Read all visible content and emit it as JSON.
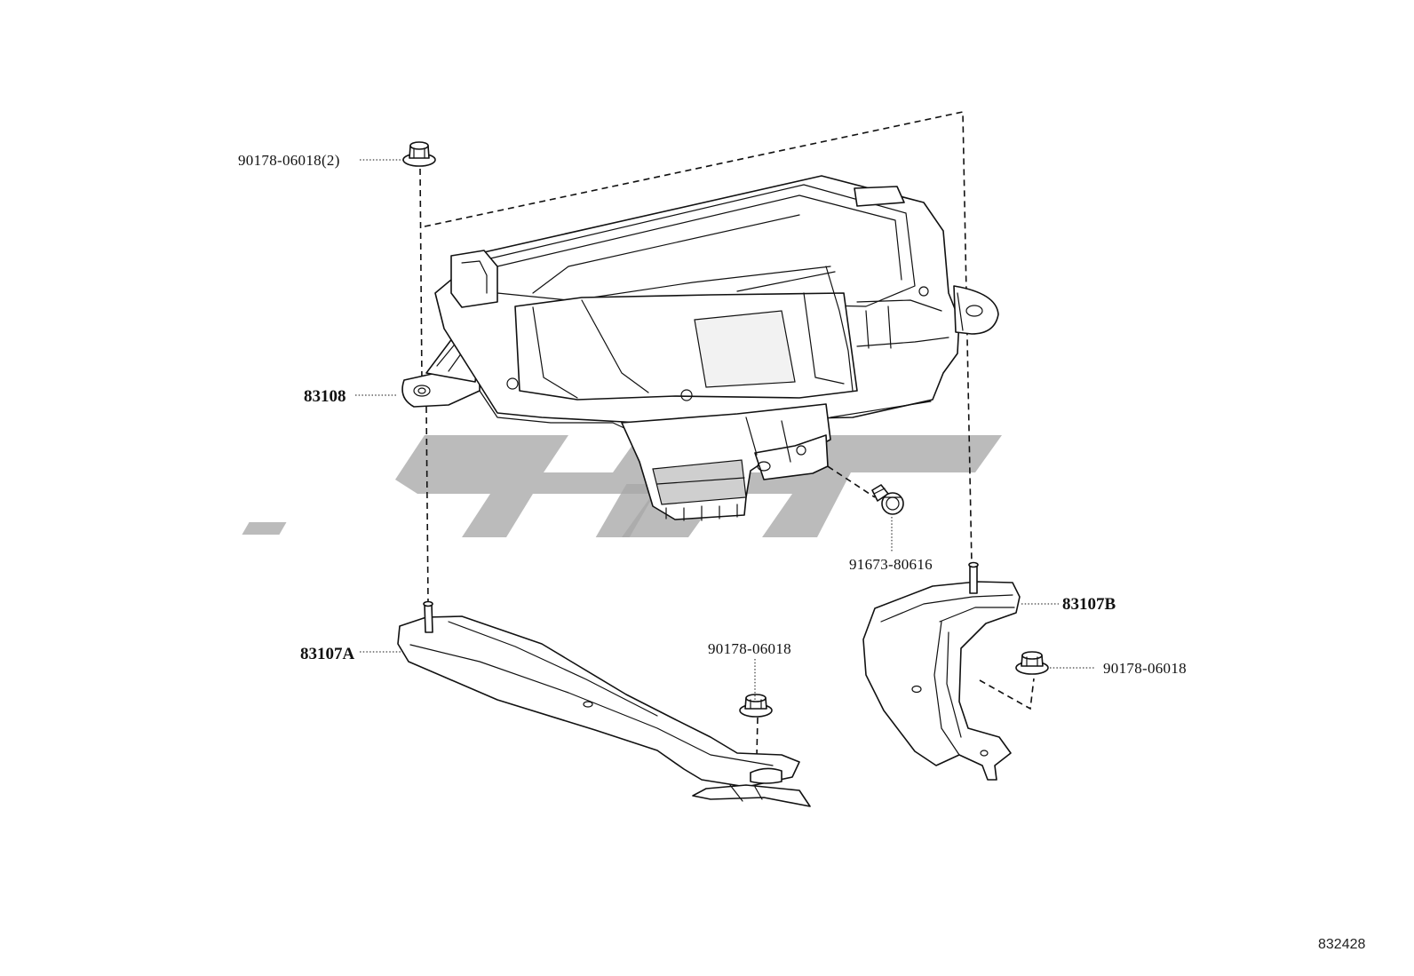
{
  "labels": {
    "nut_top": "90178-06018(2)",
    "main_unit": "83108",
    "bolt": "91673-80616",
    "bracket_a": "83107A",
    "nut_a": "90178-06018",
    "bracket_b": "83107B",
    "nut_b": "90178-06018"
  },
  "illustration_code": "832428",
  "colors": {
    "line": "#111111",
    "watermark": "#a8a8a8",
    "background": "#ffffff"
  }
}
